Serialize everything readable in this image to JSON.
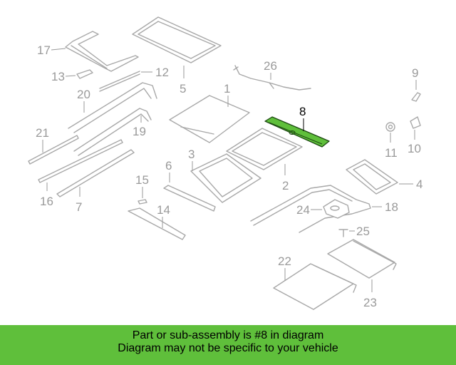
{
  "diagram": {
    "highlighted_part": "8",
    "callouts": [
      "1",
      "2",
      "3",
      "4",
      "5",
      "6",
      "7",
      "8",
      "9",
      "10",
      "11",
      "12",
      "13",
      "14",
      "15",
      "16",
      "17",
      "18",
      "19",
      "20",
      "21",
      "22",
      "23",
      "24",
      "25",
      "26"
    ]
  },
  "banner": {
    "line1": "Part or sub-assembly is #8 in diagram",
    "line2": "Diagram may not be specific to your vehicle",
    "background": "#5fbf3b"
  },
  "colors": {
    "highlight": "#5fbf3b",
    "outline": "#a8a8a8",
    "label": "#9a9a9a"
  }
}
